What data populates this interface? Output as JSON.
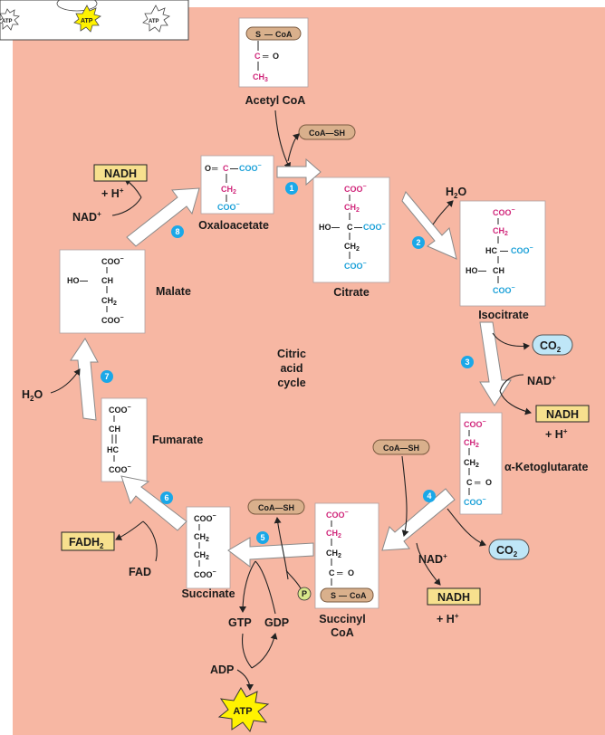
{
  "legend": {
    "atp_left": "ATP",
    "atp_center": "ATP",
    "atp_right": "ATP"
  },
  "colors": {
    "background": "#f7b7a3",
    "box_fill": "#ffffff",
    "highlight_yellow": "#f7e08e",
    "coa_brown": "#d9b08c",
    "co2_blue": "#bfe6f7",
    "step_blue": "#1aa8e8",
    "carbon_pink": "#d0267a",
    "carbon_blue": "#1aa0d8"
  },
  "center": {
    "line1": "Citric",
    "line2": "acid",
    "line3": "cycle"
  },
  "acetyl": {
    "label": "Acetyl CoA",
    "row1": "S",
    "row1b": "CoA",
    "row2": "C",
    "row2b": "O",
    "row3": "CH",
    "row3sub": "3"
  },
  "compounds": {
    "oxaloacetate": {
      "label": "Oxaloacetate",
      "r1a": "O",
      "r1b": "C",
      "r1c": "COO",
      "r2": "CH",
      "r2sub": "2",
      "r3": "COO"
    },
    "citrate": {
      "label": "Citrate",
      "r1": "COO",
      "r2": "CH",
      "r2sub": "2",
      "r3a": "HO",
      "r3b": "C",
      "r3c": "COO",
      "r4": "CH",
      "r4sub": "2",
      "r5": "COO"
    },
    "isocitrate": {
      "label": "Isocitrate",
      "r1": "COO",
      "r2": "CH",
      "r2sub": "2",
      "r3a": "HC",
      "r3b": "COO",
      "r4a": "HO",
      "r4b": "CH",
      "r5": "COO"
    },
    "ketoglutarate": {
      "label": "α-Ketoglutarate",
      "r1": "COO",
      "r2": "CH",
      "r2sub": "2",
      "r3": "CH",
      "r3sub": "2",
      "r4a": "C",
      "r4b": "O",
      "r5": "COO"
    },
    "succinyl": {
      "label1": "Succinyl",
      "label2": "CoA",
      "r1": "COO",
      "r2": "CH",
      "r2sub": "2",
      "r3": "CH",
      "r3sub": "2",
      "r4a": "C",
      "r4b": "O",
      "r5a": "S",
      "r5b": "CoA"
    },
    "succinate": {
      "label": "Succinate",
      "r1": "COO",
      "r2": "CH",
      "r2sub": "2",
      "r3": "CH",
      "r3sub": "2",
      "r4": "COO"
    },
    "fumarate": {
      "label": "Fumarate",
      "r1": "COO",
      "r2": "CH",
      "r3": "HC",
      "r4": "COO"
    },
    "malate": {
      "label": "Malate",
      "r1": "COO",
      "r2a": "HO",
      "r2b": "CH",
      "r3": "CH",
      "r3sub": "2",
      "r4": "COO"
    }
  },
  "cofactors": {
    "coa_sh_1": "CoA—SH",
    "coa_sh_2": "CoA—SH",
    "coa_sh_3": "CoA—SH",
    "h2o_1": "H",
    "h2o_1_sub": "2",
    "h2o_1_end": "O",
    "h2o_2": "H",
    "h2o_2_sub": "2",
    "h2o_2_end": "O",
    "co2_1": "CO",
    "co2_1_sub": "2",
    "co2_2": "CO",
    "co2_2_sub": "2",
    "nad_1": "NAD",
    "nad_2": "NAD",
    "nad_3": "NAD",
    "nadh_1": "NADH",
    "nadh_2": "NADH",
    "nadh_3": "NADH",
    "hplus_1": "+ H",
    "hplus_2": "+ H",
    "hplus_3": "+ H",
    "fadh2": "FADH",
    "fadh2_sub": "2",
    "fad": "FAD",
    "gtp": "GTP",
    "gdp": "GDP",
    "adp": "ADP",
    "atp": "ATP",
    "p": "P"
  },
  "steps": [
    "1",
    "2",
    "3",
    "4",
    "5",
    "6",
    "7",
    "8"
  ]
}
